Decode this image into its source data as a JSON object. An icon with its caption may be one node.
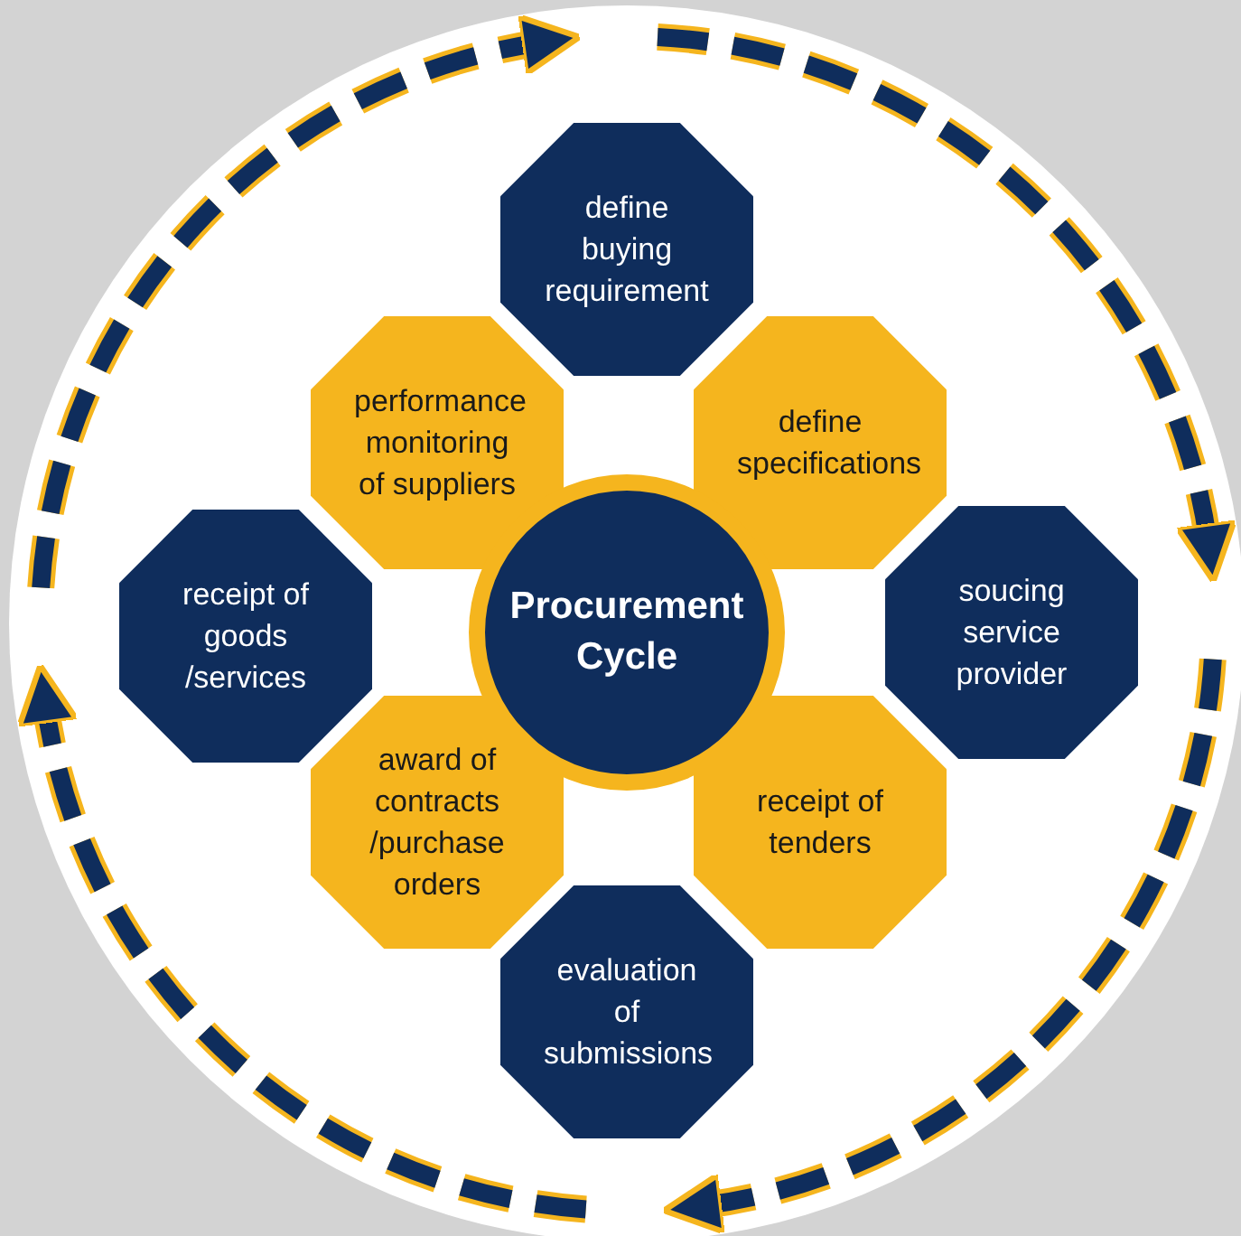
{
  "diagram": {
    "nodes": [
      {
        "text": [
          "define buying requirement"
        ]
      },
      {
        "text": [
          "performance monitoring of suppliers"
        ]
      },
      {
        "text": [
          "define specifications"
        ]
      },
      {
        "text": [
          "receipt of goods /services"
        ]
      },
      {
        "text": [
          "Procurement Cycle"
        ]
      },
      {
        "text": [
          "soucing service provider"
        ]
      },
      {
        "text": [
          "award of contracts /purchase orders"
        ]
      },
      {
        "text": [
          "receipt of tenders"
        ]
      },
      {
        "text": [
          "evaluation of submissions"
        ]
      }
    ]
  }
}
